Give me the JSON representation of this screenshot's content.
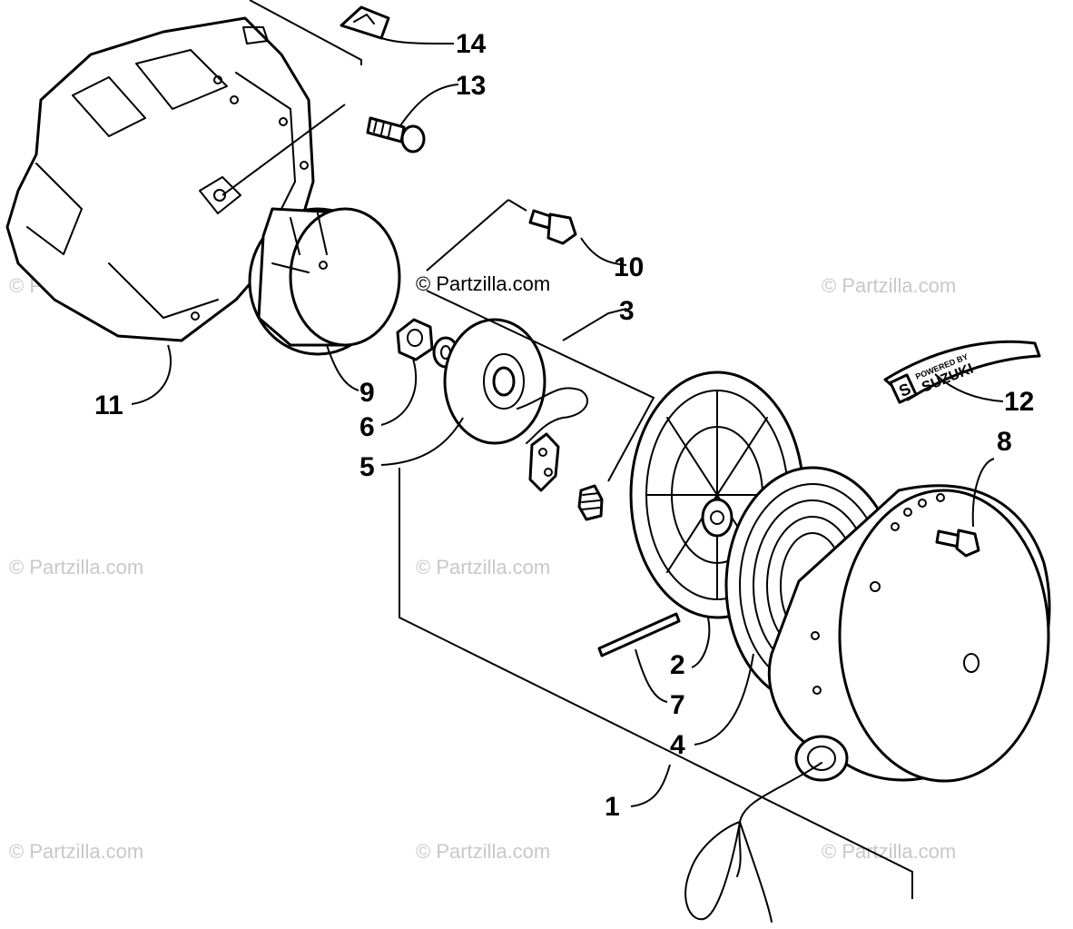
{
  "watermark": {
    "text": "© Partzilla.com",
    "text_main": "© Partzilla.com"
  },
  "decal": {
    "powered_by": "POWERED BY",
    "brand": "SUZUKI",
    "logo_letter": "S"
  },
  "callouts": {
    "c1": "1",
    "c2": "2",
    "c3": "3",
    "c4": "4",
    "c5": "5",
    "c6": "6",
    "c7": "7",
    "c8": "8",
    "c9": "9",
    "c10": "10",
    "c11": "11",
    "c12": "12",
    "c13": "13",
    "c14": "14"
  }
}
